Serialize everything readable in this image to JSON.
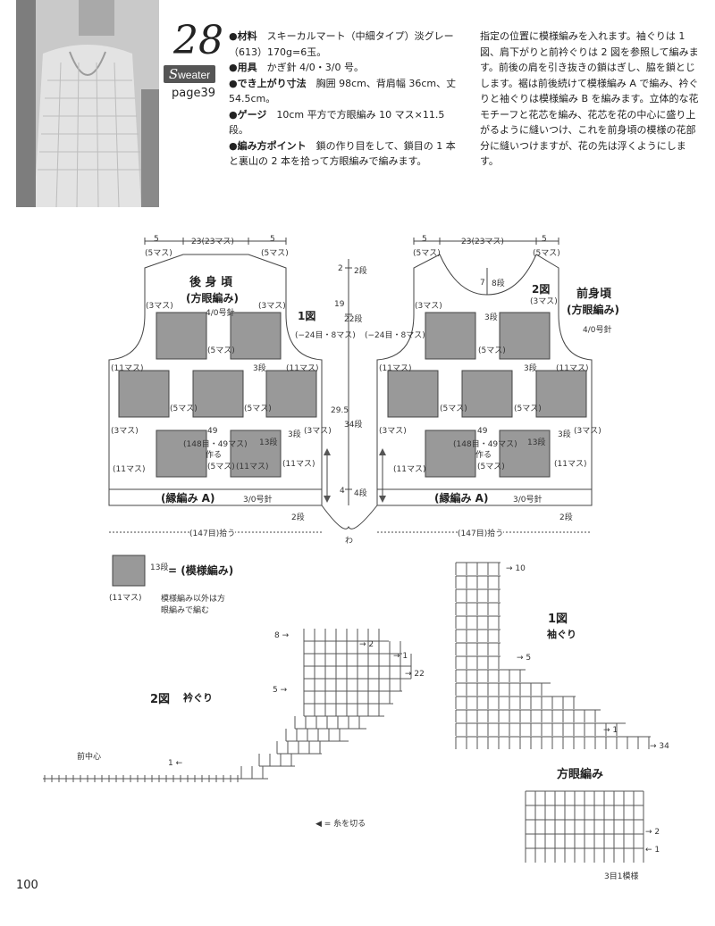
{
  "header": {
    "number": "28",
    "category_first": "S",
    "category_rest": "weater",
    "page_ref": "page39"
  },
  "spec": {
    "material_label": "●材料",
    "material": "スキーカルマート（中細タイプ）淡グレー（613）170g=6玉。",
    "tools_label": "●用具",
    "tools": "かぎ針 4/0・3/0 号。",
    "size_label": "●でき上がり寸法",
    "size": "胸囲 98cm、背肩幅 36cm、丈 54.5cm。",
    "gauge_label": "●ゲージ",
    "gauge": "10cm 平方で方眼編み 10 マス×11.5 段。",
    "points_label": "●編み方ポイント",
    "points": "鎖の作り目をして、鎖目の 1 本と裏山の 2 本を拾って方眼編みで編みます。"
  },
  "notes": "指定の位置に模様編みを入れます。袖ぐりは 1 図、肩下がりと前衿ぐりは 2 図を参照して編みます。前後の肩を引き抜きの鎖はぎし、脇を鎖とじします。裾は前後続けて模様編み A で編み、衿ぐりと袖ぐりは模様編み B を編みます。立体的な花モチーフと花芯を編み、花芯を花の中心に盛り上がるように縫いつけ、これを前身頃の模様の花部分に縫いつけますが、花の先は浮くようにします。",
  "back": {
    "title": "後 身 頃",
    "subtitle": "(方眼編み)",
    "needle": "4/0号針",
    "fig": "1図"
  },
  "front": {
    "title": "前身頃",
    "subtitle": "(方眼編み)",
    "needle": "4/0号針",
    "fig": "2図"
  },
  "dims": {
    "five": "5",
    "five_masu": "(5マス)",
    "twentythree": "23(23マス)",
    "three_masu": "(3マス)",
    "five_masu_b": "(5マス)",
    "eleven_masu": "(11マス)",
    "minus24": "(−24目・8マス)",
    "three_dan": "3段",
    "thirteen_dan": "13段",
    "fortynine": "49",
    "count_149": "(148目・49マス)",
    "tsukuru": "作る",
    "border_a": "(縁編み A)",
    "border_needle": "3/0号針",
    "two_dan": "2段",
    "hirou": "(147目)拾う",
    "wa": "わ",
    "v2": "2",
    "v2dan": "2段",
    "v19": "19",
    "v22dan": "22段",
    "v29": "29.5",
    "v34dan": "34段",
    "v4": "4",
    "v4dan": "4段",
    "v7": "7",
    "v8dan": "8段"
  },
  "legend": {
    "thirteen_dan": "13段",
    "equals": "= (模様編み)",
    "eleven_masu": "(11マス)",
    "note": "模様編み以外は方眼編みで編む"
  },
  "fig1": {
    "title": "1図",
    "subtitle": "袖ぐり",
    "r10": "→ 10",
    "r5": "→ 5",
    "r1": "→ 1",
    "r34": "→ 34"
  },
  "fig2": {
    "title": "2図",
    "subtitle": "衿ぐり",
    "center": "前中心",
    "r8": "8 →",
    "r2": "→ 2",
    "r1a": "→ 1",
    "r22": "→ 22",
    "r5": "5 →",
    "r1b": "1 ←"
  },
  "mesh": {
    "title": "方眼編み",
    "r2": "→ 2",
    "r1": "← 1",
    "repeat": "3目1模様"
  },
  "cut": "◀ = 糸を切る",
  "page_number": "100"
}
